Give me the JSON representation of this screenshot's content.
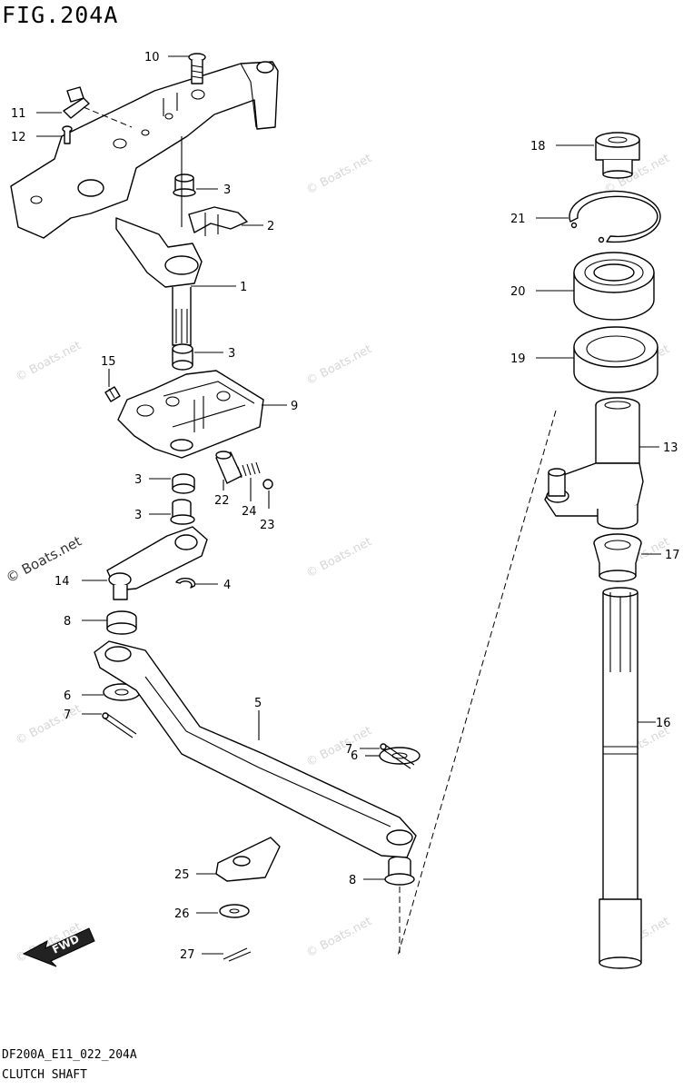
{
  "figure": {
    "title": "FIG.204A",
    "code": "DF200A_E11_022_204A",
    "name": "CLUTCH SHAFT"
  },
  "watermark": {
    "text": "© Boats.net"
  },
  "fwd_label": "FWD",
  "callouts": {
    "c1": "1",
    "c2": "2",
    "c3a": "3",
    "c3b": "3",
    "c3c": "3",
    "c3d": "3",
    "c4": "4",
    "c5": "5",
    "c6a": "6",
    "c6b": "6",
    "c7a": "7",
    "c7b": "7",
    "c8a": "8",
    "c8b": "8",
    "c9": "9",
    "c10": "10",
    "c11": "11",
    "c12": "12",
    "c13": "13",
    "c14": "14",
    "c15": "15",
    "c16": "16",
    "c17": "17",
    "c18": "18",
    "c19": "19",
    "c20": "20",
    "c21": "21",
    "c22": "22",
    "c23": "23",
    "c24": "24",
    "c25": "25",
    "c26": "26",
    "c27": "27"
  }
}
